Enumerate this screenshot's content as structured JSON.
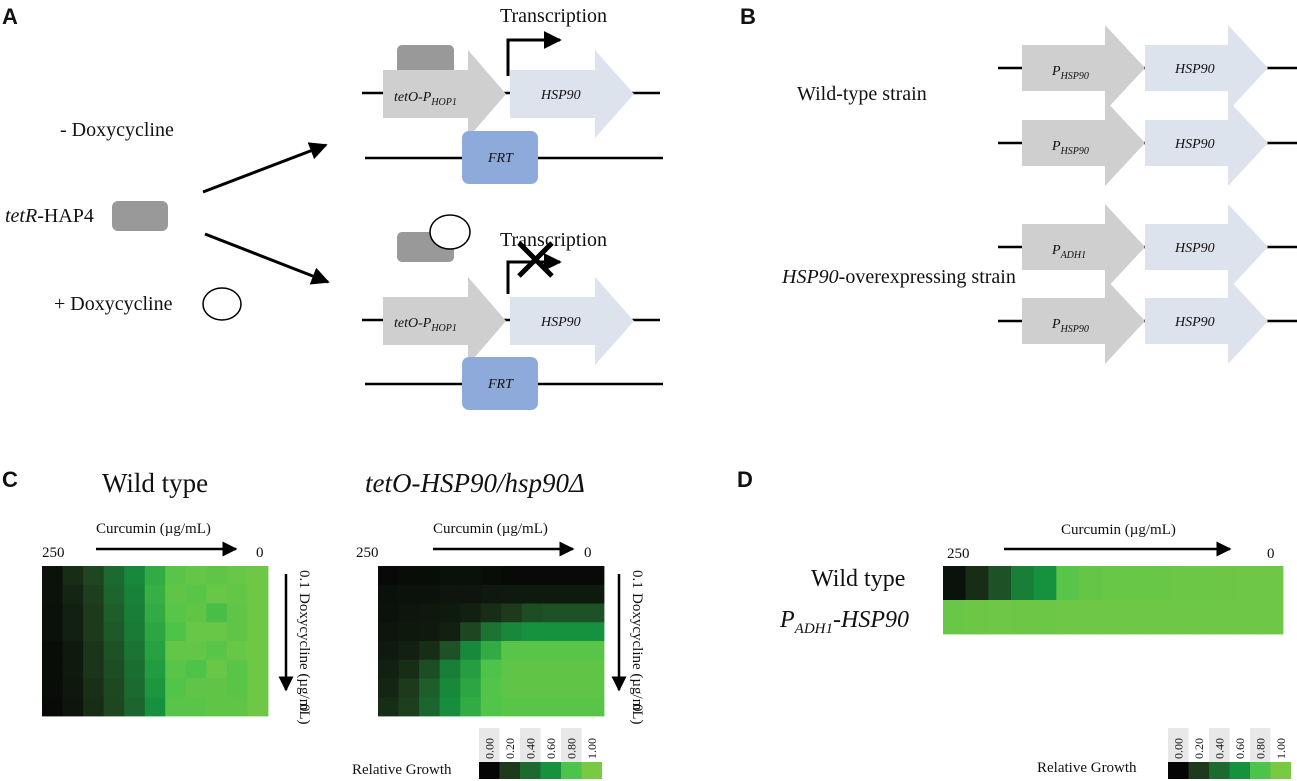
{
  "panels": {
    "a": {
      "letter": "A",
      "minus_dox": "- Doxycycline",
      "plus_dox": "+ Doxycycline",
      "tetr_italic": "tetR",
      "tetr_rest": "-HAP4",
      "transcription_on": "Transcription",
      "transcription_off": "Transcription",
      "promoter_main": "tetO-P",
      "promoter_sub": "HOP1",
      "gene": "HSP90",
      "frt": "FRT"
    },
    "b": {
      "letter": "B",
      "wt_label": "Wild-type strain",
      "oe_label_italic": "HSP90",
      "oe_label_rest": "-overexpressing strain",
      "promoter_p": "P",
      "promoter_hsp_sub": "HSP90",
      "promoter_adh_sub": "ADH1",
      "gene": "HSP90"
    },
    "c": {
      "letter": "C",
      "title_wt": "Wild type",
      "title_tet": "tetO-HSP90/hsp90Δ",
      "curcumin_label": "Curcumin (µg/mL)",
      "curcumin_high": "250",
      "curcumin_low": "0",
      "dox_label": "Doxycycline (µg/mL)",
      "dox_high": "0.1",
      "dox_low": "0"
    },
    "d": {
      "letter": "D",
      "curcumin_label": "Curcumin (µg/mL)",
      "curcumin_high": "250",
      "curcumin_low": "0",
      "row_wt": "Wild type",
      "row_oe_p": "P",
      "row_oe_sub": "ADH1",
      "row_oe_rest": "-HSP90"
    }
  },
  "legend": {
    "title": "Relative Growth",
    "ticks": [
      "0.00",
      "0.20",
      "0.40",
      "0.60",
      "0.80",
      "1.00"
    ],
    "colors": [
      "#050505",
      "#1e3a1c",
      "#1c6a30",
      "#16923e",
      "#4ec34a",
      "#7ac943"
    ]
  },
  "colors": {
    "promoter_arrow": "#cfcfcf",
    "gene_arrow": "#dde3ec",
    "frt_box": "#8eaadb",
    "hap4_box": "#999999"
  },
  "chart_data": [
    {
      "type": "heatmap",
      "title": "Wild type",
      "xlabel": "Curcumin (µg/mL)",
      "ylabel": "Doxycycline (µg/mL)",
      "x_range": [
        250,
        0
      ],
      "y_range": [
        0.1,
        0
      ],
      "values": [
        [
          0.05,
          0.15,
          0.25,
          0.4,
          0.55,
          0.7,
          0.85,
          0.9,
          0.88,
          0.92,
          0.95
        ],
        [
          0.05,
          0.12,
          0.22,
          0.38,
          0.52,
          0.72,
          0.88,
          0.85,
          0.92,
          0.9,
          0.95
        ],
        [
          0.04,
          0.1,
          0.2,
          0.35,
          0.5,
          0.7,
          0.85,
          0.88,
          0.78,
          0.88,
          0.95
        ],
        [
          0.04,
          0.1,
          0.2,
          0.33,
          0.48,
          0.68,
          0.8,
          0.92,
          0.92,
          0.88,
          0.95
        ],
        [
          0.03,
          0.08,
          0.18,
          0.3,
          0.45,
          0.66,
          0.9,
          0.9,
          0.85,
          0.92,
          0.95
        ],
        [
          0.03,
          0.08,
          0.18,
          0.28,
          0.42,
          0.64,
          0.85,
          0.8,
          0.92,
          0.85,
          0.95
        ],
        [
          0.03,
          0.07,
          0.16,
          0.26,
          0.4,
          0.62,
          0.82,
          0.88,
          0.88,
          0.85,
          0.95
        ],
        [
          0.02,
          0.06,
          0.15,
          0.25,
          0.38,
          0.6,
          0.85,
          0.85,
          0.88,
          0.88,
          0.95
        ]
      ]
    },
    {
      "type": "heatmap",
      "title": "tetO-HSP90/hsp90Δ",
      "xlabel": "Curcumin (µg/mL)",
      "ylabel": "Doxycycline (µg/mL)",
      "x_range": [
        250,
        0
      ],
      "y_range": [
        0.1,
        0
      ],
      "values": [
        [
          0.02,
          0.03,
          0.03,
          0.04,
          0.04,
          0.03,
          0.02,
          0.02,
          0.02,
          0.02,
          0.02
        ],
        [
          0.04,
          0.05,
          0.05,
          0.06,
          0.06,
          0.07,
          0.08,
          0.08,
          0.08,
          0.08,
          0.08
        ],
        [
          0.05,
          0.06,
          0.07,
          0.08,
          0.1,
          0.15,
          0.2,
          0.28,
          0.3,
          0.3,
          0.3
        ],
        [
          0.06,
          0.07,
          0.08,
          0.1,
          0.25,
          0.45,
          0.55,
          0.6,
          0.6,
          0.6,
          0.6
        ],
        [
          0.08,
          0.1,
          0.15,
          0.3,
          0.55,
          0.7,
          0.85,
          0.85,
          0.85,
          0.85,
          0.85
        ],
        [
          0.1,
          0.15,
          0.28,
          0.5,
          0.65,
          0.8,
          0.88,
          0.88,
          0.88,
          0.88,
          0.88
        ],
        [
          0.12,
          0.2,
          0.35,
          0.55,
          0.68,
          0.82,
          0.88,
          0.88,
          0.88,
          0.88,
          0.88
        ],
        [
          0.15,
          0.22,
          0.38,
          0.58,
          0.7,
          0.82,
          0.85,
          0.85,
          0.85,
          0.85,
          0.85
        ]
      ]
    },
    {
      "type": "heatmap",
      "xlabel": "Curcumin (µg/mL)",
      "x_range": [
        250,
        0
      ],
      "row_labels": [
        "Wild type",
        "PADH1-HSP90"
      ],
      "values": [
        [
          0.05,
          0.15,
          0.3,
          0.5,
          0.6,
          0.85,
          0.9,
          0.92,
          0.92,
          0.92,
          0.93,
          0.93,
          0.94,
          0.95,
          0.95
        ],
        [
          0.92,
          0.94,
          0.95,
          0.94,
          0.93,
          0.95,
          0.95,
          0.95,
          0.95,
          0.95,
          0.95,
          0.95,
          0.95,
          0.95,
          0.95
        ]
      ]
    }
  ]
}
